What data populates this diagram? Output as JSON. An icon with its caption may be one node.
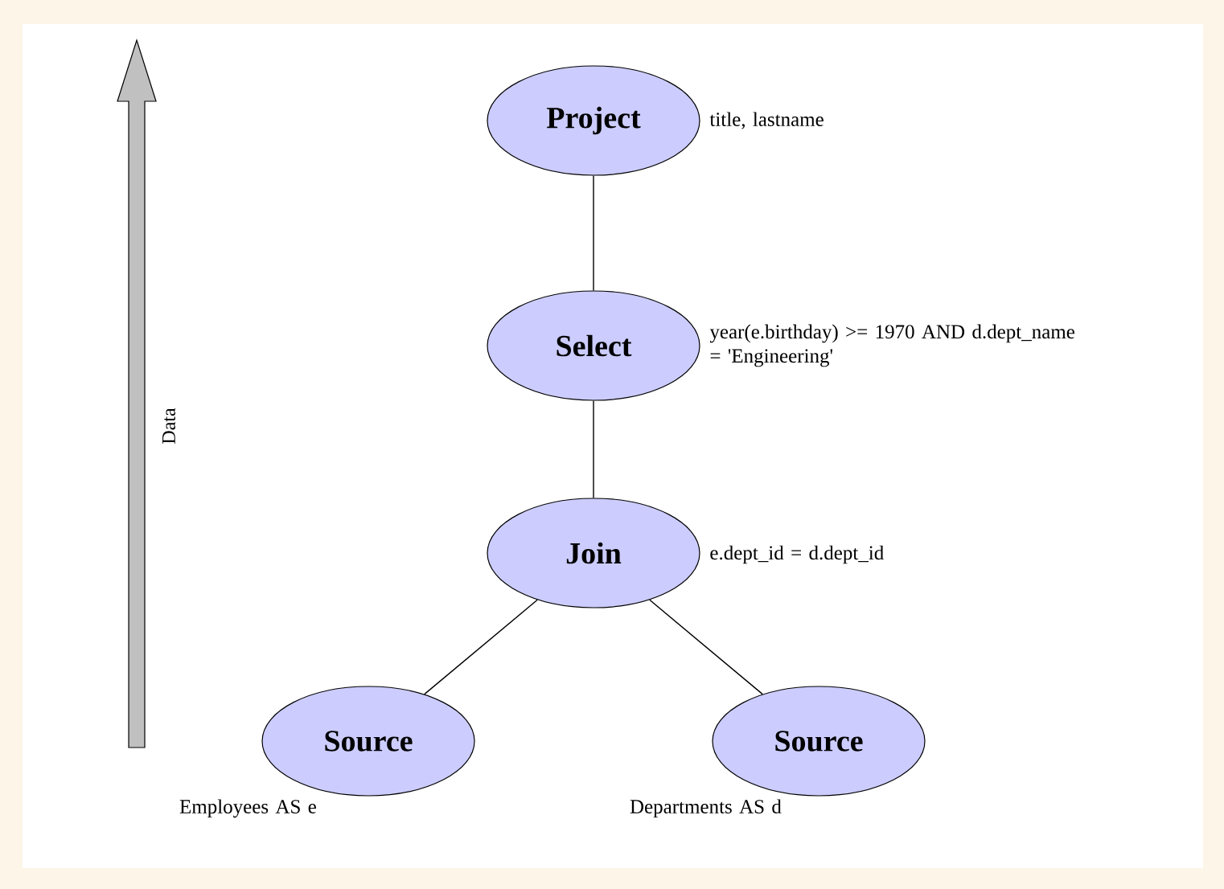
{
  "diagram": {
    "nodes": [
      {
        "text": [
          "Project"
        ],
        "beside": [
          "title, lastname"
        ]
      },
      {
        "text": [
          "Select"
        ],
        "beside": [
          "year(e.birthday) >= 1970 AND d.dept_name = 'Engineering'"
        ]
      },
      {
        "text": [
          "Join"
        ],
        "beside": [
          "e.dept_id = d.dept_id"
        ]
      },
      {
        "text": [
          "Source"
        ],
        "beside": [
          "Employees AS e"
        ]
      },
      {
        "text": [
          "Source"
        ],
        "beside": [
          "Departments AS d"
        ]
      }
    ],
    "edges": [
      {
        "from": 0,
        "to": 1,
        "arrow": "none"
      },
      {
        "from": 1,
        "to": 2,
        "arrow": "none"
      },
      {
        "from": 2,
        "to": 3,
        "arrow": "none"
      },
      {
        "from": 2,
        "to": 4,
        "arrow": "none"
      }
    ],
    "labels": [
      "Data"
    ]
  }
}
